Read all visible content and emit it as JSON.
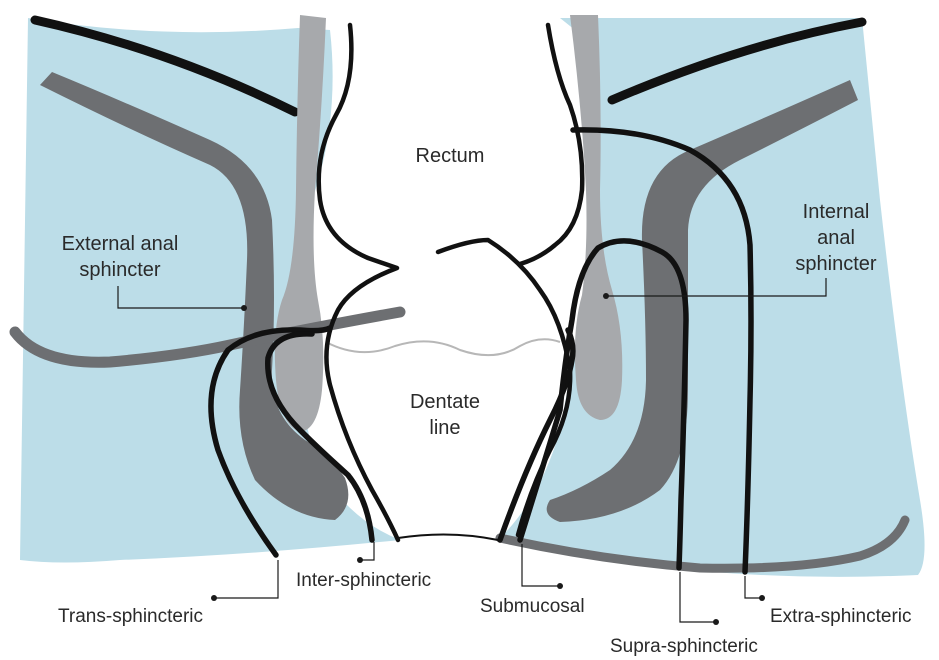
{
  "colors": {
    "tissue": "#bcdde8",
    "external_sphincter": "#6d6f72",
    "internal_sphincter": "#a7a9ac",
    "outline": "#111111",
    "dentate_line": "#b7b7b7"
  },
  "labels": {
    "rectum": "Rectum",
    "dentate_line_1": "Dentate",
    "dentate_line_2": "line",
    "external_anal_sphincter_1": "External anal",
    "external_anal_sphincter_2": "sphincter",
    "internal_anal_sphincter_1": "Internal",
    "internal_anal_sphincter_2": "anal",
    "internal_anal_sphincter_3": "sphincter",
    "inter_sphincteric": "Inter-sphincteric",
    "trans_sphincteric": "Trans-sphincteric",
    "submucosal": "Submucosal",
    "supra_sphincteric": "Supra-sphincteric",
    "extra_sphincteric": "Extra-sphincteric"
  }
}
